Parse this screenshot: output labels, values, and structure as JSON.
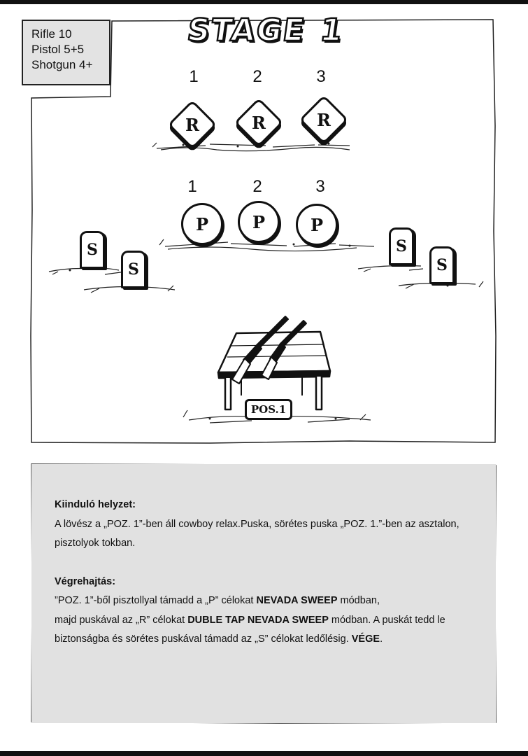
{
  "title": {
    "word": "STAGE",
    "number": "1"
  },
  "equipment": [
    "Rifle 10",
    "Pistol 5+5",
    "Shotgun  4+"
  ],
  "rifle_targets": {
    "numbers": [
      "1",
      "2",
      "3"
    ],
    "letter": "R"
  },
  "pistol_targets": {
    "numbers": [
      "1",
      "2",
      "3"
    ],
    "letter": "P"
  },
  "shotgun_targets": {
    "letter": "S"
  },
  "position_sign": "POS.1",
  "description": {
    "start_heading": "Kiinduló helyzet:",
    "start_line1": "A lövész a „POZ. 1”-ben áll cowboy relax.Puska, sörétes puska „POZ. 1.”-ben az asztalon,",
    "start_line2": "pisztolyok tokban.",
    "exec_heading": "Végrehajtás:",
    "l1_a": "”POZ. 1”-ből pisztollyal támadd a „P” célokat ",
    "l1_b": "NEVADA SWEEP",
    "l1_c": " módban,",
    "l2_a": "majd puskával az „R” célokat ",
    "l2_b": "DUBLE TAP NEVADA SWEEP",
    "l2_c": "  módban. A puskát tedd le",
    "l3_a": " biztonságba és sörétes puskával támadd az „S” célokat ledőlésig. ",
    "l3_b": "VÉGE",
    "l3_c": "."
  }
}
